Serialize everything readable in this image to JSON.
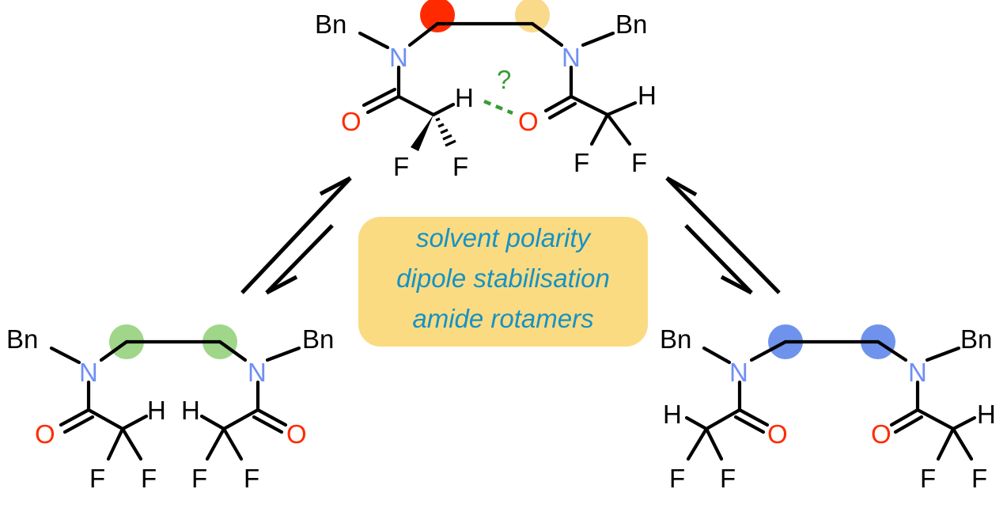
{
  "colors": {
    "nitrogen": "#6f8ff3",
    "oxygen": "#ff2a00",
    "question": "#3a9b32",
    "condition_text": "#1592c4",
    "condition_box": "#fbdb82",
    "dot_red": "#ff2a00",
    "dot_yellow": "#f9d98a",
    "dot_green": "#9fd68a",
    "dot_blue": "#6f93ec"
  },
  "atoms": {
    "bn": "Bn",
    "n": "N",
    "o": "O",
    "h": "H",
    "f": "F",
    "question": "?"
  },
  "conditions": [
    "solvent polarity",
    "dipole stabilisation",
    "amide rotamers"
  ],
  "icons": {
    "equilibrium_left": "equilibrium-arrows-icon",
    "equilibrium_right": "equilibrium-arrows-icon"
  }
}
